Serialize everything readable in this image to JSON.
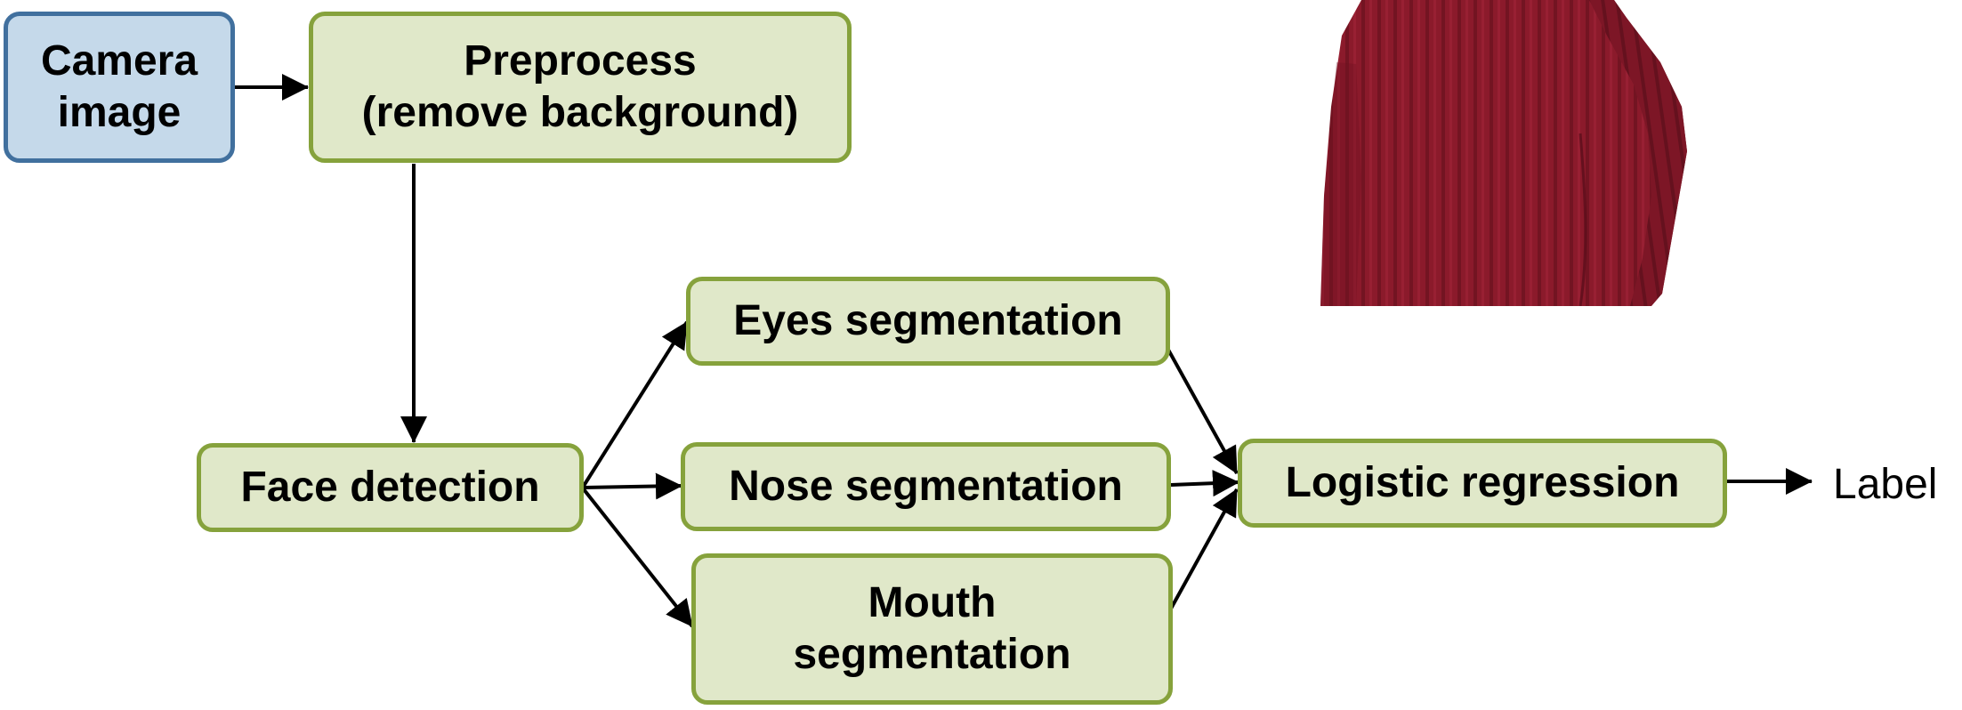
{
  "nodes": {
    "camera": "Camera\nimage",
    "preprocess": "Preprocess\n(remove background)",
    "face_detection": "Face detection",
    "eyes": "Eyes segmentation",
    "nose": "Nose segmentation",
    "mouth": "Mouth\nsegmentation",
    "logistic": "Logistic regression",
    "label": "Label"
  },
  "colors": {
    "input_fill": "#c5d9ea",
    "input_border": "#41709e",
    "step_fill": "#e0e8c9",
    "step_border": "#86a23c",
    "sweater": "#8b1a2b"
  },
  "illustration": "sweater-photo"
}
